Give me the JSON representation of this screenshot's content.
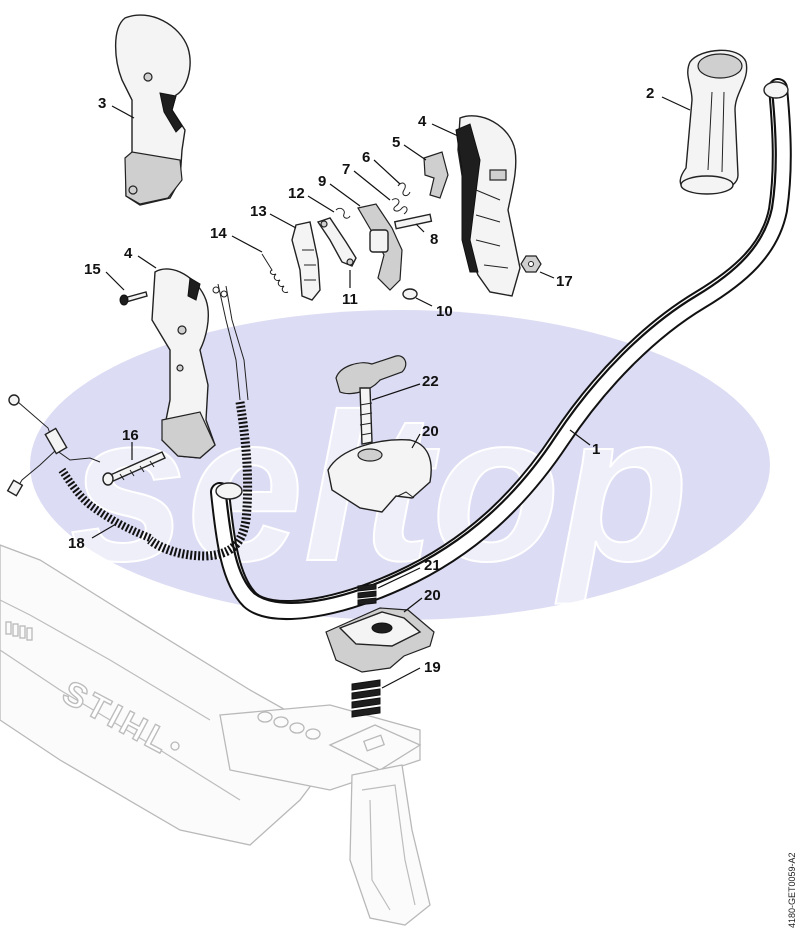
{
  "diagram": {
    "watermark": "seltop",
    "drawing_code": "4180-GET0059-A2",
    "brand_marking": "STIHL",
    "callouts": [
      {
        "id": "c1",
        "label": "1"
      },
      {
        "id": "c2",
        "label": "2"
      },
      {
        "id": "c3",
        "label": "3"
      },
      {
        "id": "c4a",
        "label": "4"
      },
      {
        "id": "c4b",
        "label": "4"
      },
      {
        "id": "c5",
        "label": "5"
      },
      {
        "id": "c6",
        "label": "6"
      },
      {
        "id": "c7",
        "label": "7"
      },
      {
        "id": "c8",
        "label": "8"
      },
      {
        "id": "c9",
        "label": "9"
      },
      {
        "id": "c10",
        "label": "10"
      },
      {
        "id": "c11",
        "label": "11"
      },
      {
        "id": "c12",
        "label": "12"
      },
      {
        "id": "c13",
        "label": "13"
      },
      {
        "id": "c14",
        "label": "14"
      },
      {
        "id": "c15",
        "label": "15"
      },
      {
        "id": "c16",
        "label": "16"
      },
      {
        "id": "c17",
        "label": "17"
      },
      {
        "id": "c18",
        "label": "18"
      },
      {
        "id": "c19",
        "label": "19"
      },
      {
        "id": "c20a",
        "label": "20"
      },
      {
        "id": "c20b",
        "label": "20"
      },
      {
        "id": "c21",
        "label": "21"
      },
      {
        "id": "c22",
        "label": "22"
      }
    ]
  }
}
